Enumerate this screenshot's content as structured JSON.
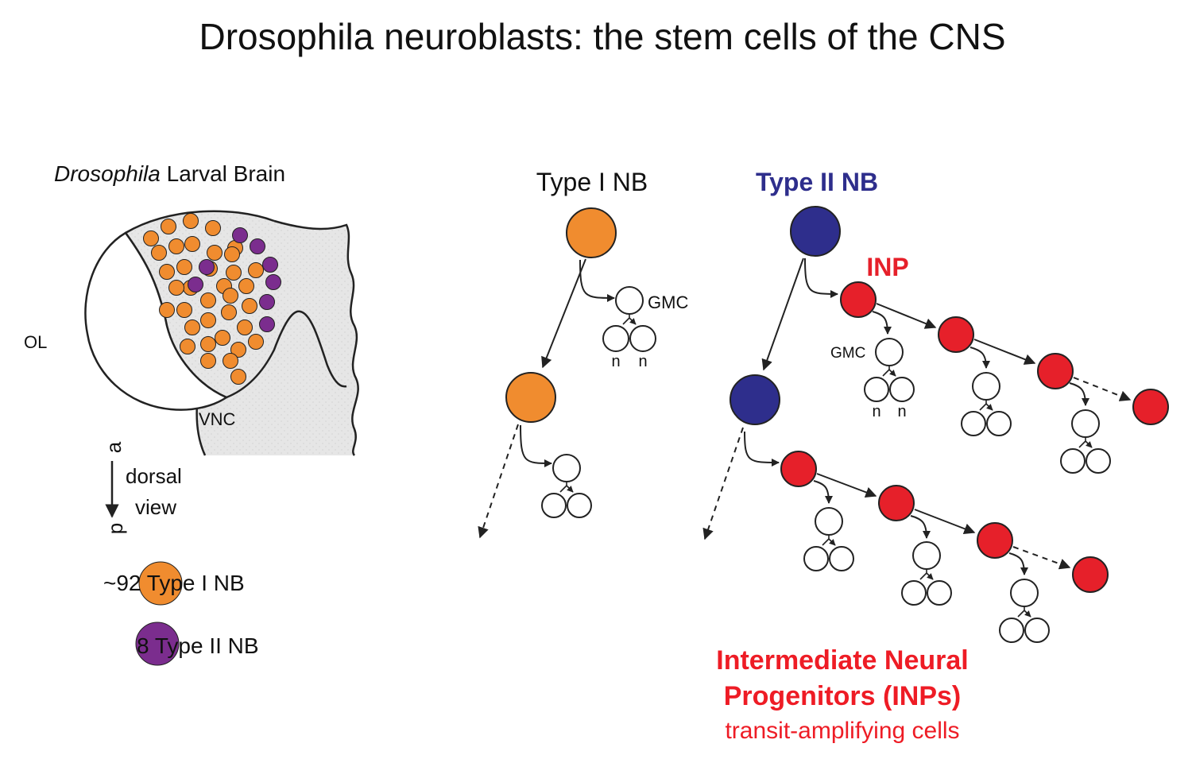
{
  "title": "Drosophila neuroblasts: the stem cells of the CNS",
  "brain": {
    "caption_italic": "Drosophila",
    "caption_rest": " Larval Brain",
    "ol_label": "OL",
    "vnc_label": "VNC",
    "axis_anterior": "a",
    "axis_posterior": "p",
    "view_line1": "dorsal",
    "view_line2": "view"
  },
  "legend": {
    "type1": "~92 Type I NB",
    "type2": "8 Type II NB"
  },
  "type1": {
    "heading": "Type I NB",
    "gmc_label": "GMC",
    "neuron_label": "n"
  },
  "type2": {
    "heading": "Type II NB",
    "inp_label": "INP",
    "gmc_label": "GMC",
    "neuron_label": "n"
  },
  "footer": {
    "line1": "Intermediate Neural",
    "line2": "Progenitors (INPs)",
    "line3": "transit-amplifying cells"
  },
  "colors": {
    "type1_nb": "#f08c2f",
    "type2_nb": "#2e2e8c",
    "inp": "#e6202a",
    "type2_dot": "#7b2d8e",
    "footer_red": "#ee1c25",
    "brain_fill": "#e6e6e6"
  }
}
